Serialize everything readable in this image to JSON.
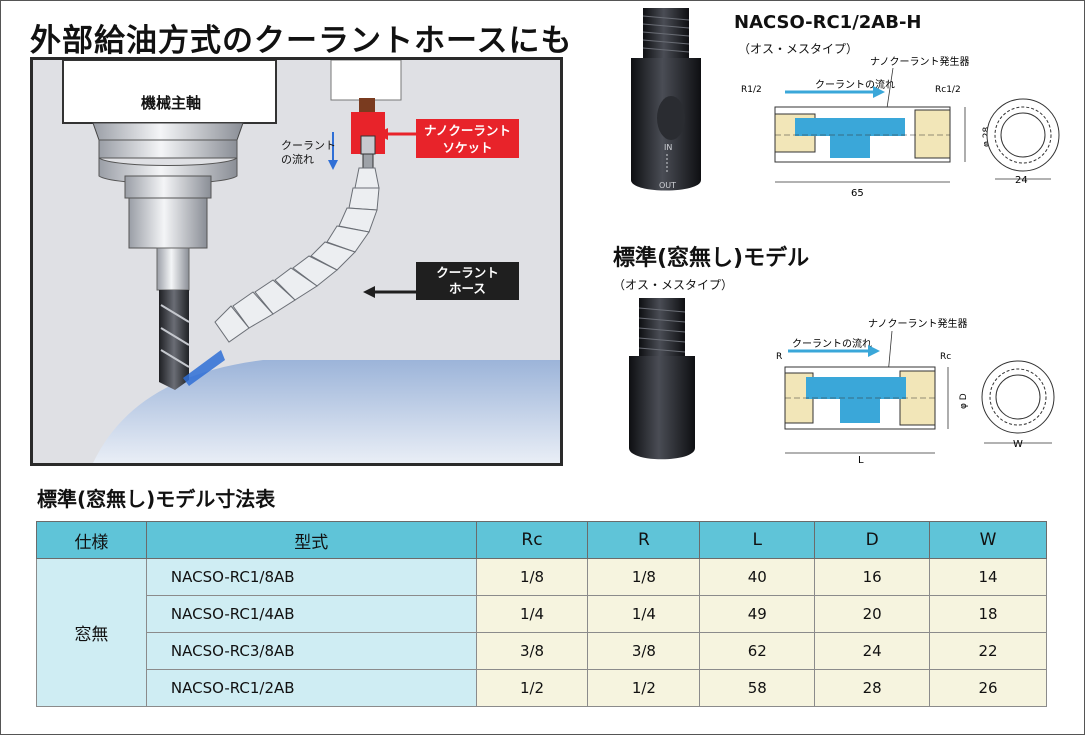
{
  "main_title": "外部給油方式のクーラントホースにも",
  "illustration": {
    "spindle_label": "機械主軸",
    "flow_label_line1": "クーラント",
    "flow_label_line2": "の流れ",
    "socket_label_line1": "ナノクーラント",
    "socket_label_line2": "ソケット",
    "hose_label_line1": "クーラント",
    "hose_label_line2": "ホース",
    "socket_color": "#e8232a",
    "coolant_color": "#2f6fd6"
  },
  "h_model": {
    "title": "NACSO-RC1/2AB-H",
    "subtitle": "（オス・メスタイプ）",
    "body_text_in": "IN",
    "body_text_out": "OUT",
    "diagram": {
      "generator_label": "ナノクーラント発生器",
      "flow_label": "クーラントの流れ",
      "left_thread": "R1/2",
      "right_thread": "Rc1/2",
      "length": "65",
      "diameter": "φ 28",
      "width": "24"
    }
  },
  "standard_model": {
    "title": "標準(窓無し)モデル",
    "subtitle": "（オス・メスタイプ）",
    "diagram": {
      "generator_label": "ナノクーラント発生器",
      "flow_label": "クーラントの流れ",
      "left_thread": "R",
      "right_thread": "Rc",
      "length": "L",
      "diameter": "φ D",
      "width": "W"
    }
  },
  "table": {
    "title": "標準(窓無し)モデル寸法表",
    "headers": [
      "仕様",
      "型式",
      "Rc",
      "R",
      "L",
      "D",
      "W"
    ],
    "spec_value": "窓無",
    "rows": [
      {
        "model": "NACSO-RC1/8AB",
        "rc": "1/8",
        "r": "1/8",
        "l": "40",
        "d": "16",
        "w": "14"
      },
      {
        "model": "NACSO-RC1/4AB",
        "rc": "1/4",
        "r": "1/4",
        "l": "49",
        "d": "20",
        "w": "18"
      },
      {
        "model": "NACSO-RC3/8AB",
        "rc": "3/8",
        "r": "3/8",
        "l": "62",
        "d": "24",
        "w": "22"
      },
      {
        "model": "NACSO-RC1/2AB",
        "rc": "1/2",
        "r": "1/2",
        "l": "58",
        "d": "28",
        "w": "26"
      }
    ],
    "header_color": "#5fc4d8",
    "cell_color": "#cfedf3",
    "value_color": "#f6f4df"
  }
}
